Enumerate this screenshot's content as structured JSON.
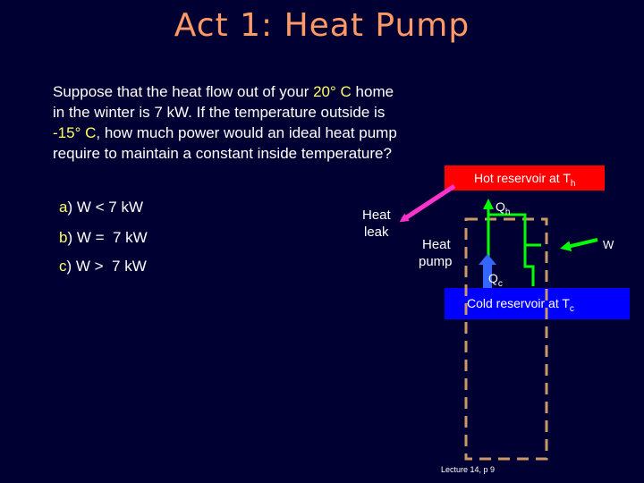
{
  "title": "Act 1: Heat Pump",
  "question": {
    "p1": "Suppose that the heat flow out of your ",
    "t_inside": "20° C",
    "p2": " home in the winter is 7 kW. If the temperature outside is ",
    "t_outside": "-15° C",
    "p3": ", how much power would an ideal heat pump require to maintain a constant inside temperature?"
  },
  "choices": [
    {
      "letter": "a",
      "sep": ")",
      "text": " W < 7 kW"
    },
    {
      "letter": "b",
      "sep": ")",
      "text": " W =  7 kW"
    },
    {
      "letter": "c",
      "sep": ")",
      "text": " W >  7 kW"
    }
  ],
  "diagram": {
    "hot_reservoir_label": "Hot reservoir at T",
    "hot_sub": "h",
    "cold_reservoir_label": "Cold reservoir at T",
    "cold_sub": "c",
    "heat_leak_line1": "Heat",
    "heat_leak_line2": "leak",
    "heat_pump_line1": "Heat",
    "heat_pump_line2": "pump",
    "qh": "Q",
    "qh_sub": "h",
    "qc": "Q",
    "qc_sub": "c",
    "w": "W",
    "colors": {
      "hot_box": "#ff0000",
      "cold_box": "#0000ff",
      "pump_dash": "#cc9966",
      "pump_line": "#00ff00",
      "leak_arrow": "#ff33cc",
      "qc_arrow": "#3366ff"
    }
  },
  "footer": "Lecture 14, p 9"
}
